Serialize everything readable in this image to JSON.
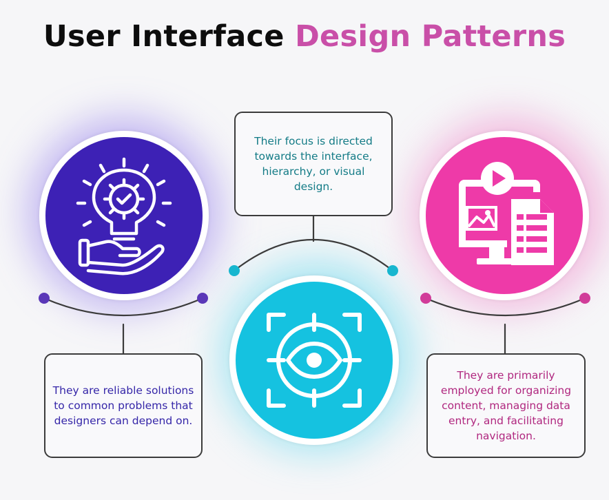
{
  "title": {
    "dark_part": "User Interface",
    "accent_part": "Design Patterns"
  },
  "colors": {
    "title_accent": "#c94fa8",
    "purple": "#3d21b5",
    "cyan": "#15c2e0",
    "pink": "#ee3aa8",
    "purple_text": "#3526a8",
    "cyan_text": "#137b86",
    "pink_text": "#b0277f"
  },
  "cards": [
    {
      "icon": "idea-gear-hand-icon",
      "text": "They are reliable solutions to common problems that designers can depend on."
    },
    {
      "icon": "eye-focus-icon",
      "text": "Their focus is directed towards the interface, hierarchy, or visual design."
    },
    {
      "icon": "monitor-media-document-icon",
      "text": "They are primarily employed for organizing content, managing data entry, and facilitating navigation."
    }
  ]
}
